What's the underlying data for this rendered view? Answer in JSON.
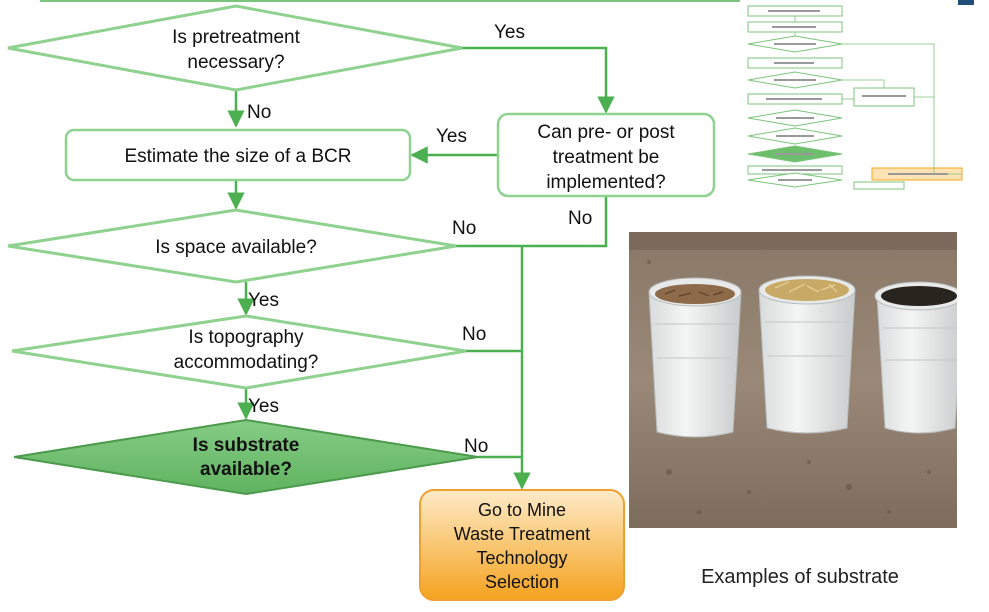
{
  "nodes": {
    "pretreatment": [
      "Is pretreatment",
      "necessary?"
    ],
    "estimate": "Estimate the size of a BCR",
    "prepost": [
      "Can pre- or post",
      "treatment be",
      "implemented?"
    ],
    "space": "Is space available?",
    "topography": [
      "Is topography",
      "accommodating?"
    ],
    "substrate": [
      "Is substrate",
      "available?"
    ],
    "goto": [
      "Go to Mine",
      "Waste Treatment",
      "Technology",
      "Selection"
    ]
  },
  "labels": {
    "pretreat_yes": "Yes",
    "pretreat_no": "No",
    "prepost_yes": "Yes",
    "prepost_no": "No",
    "space_no": "No",
    "space_yes": "Yes",
    "topo_no": "No",
    "topo_yes": "Yes",
    "substrate_no": "No"
  },
  "photo": {
    "caption": "Examples of substrate"
  },
  "colors": {
    "green_line": "#5cb85c",
    "diamond_fill": "#ffffff",
    "substrate_fill": "#6dbf6d",
    "orange_top": "#fde3b4",
    "orange_bottom": "#f5a623"
  }
}
